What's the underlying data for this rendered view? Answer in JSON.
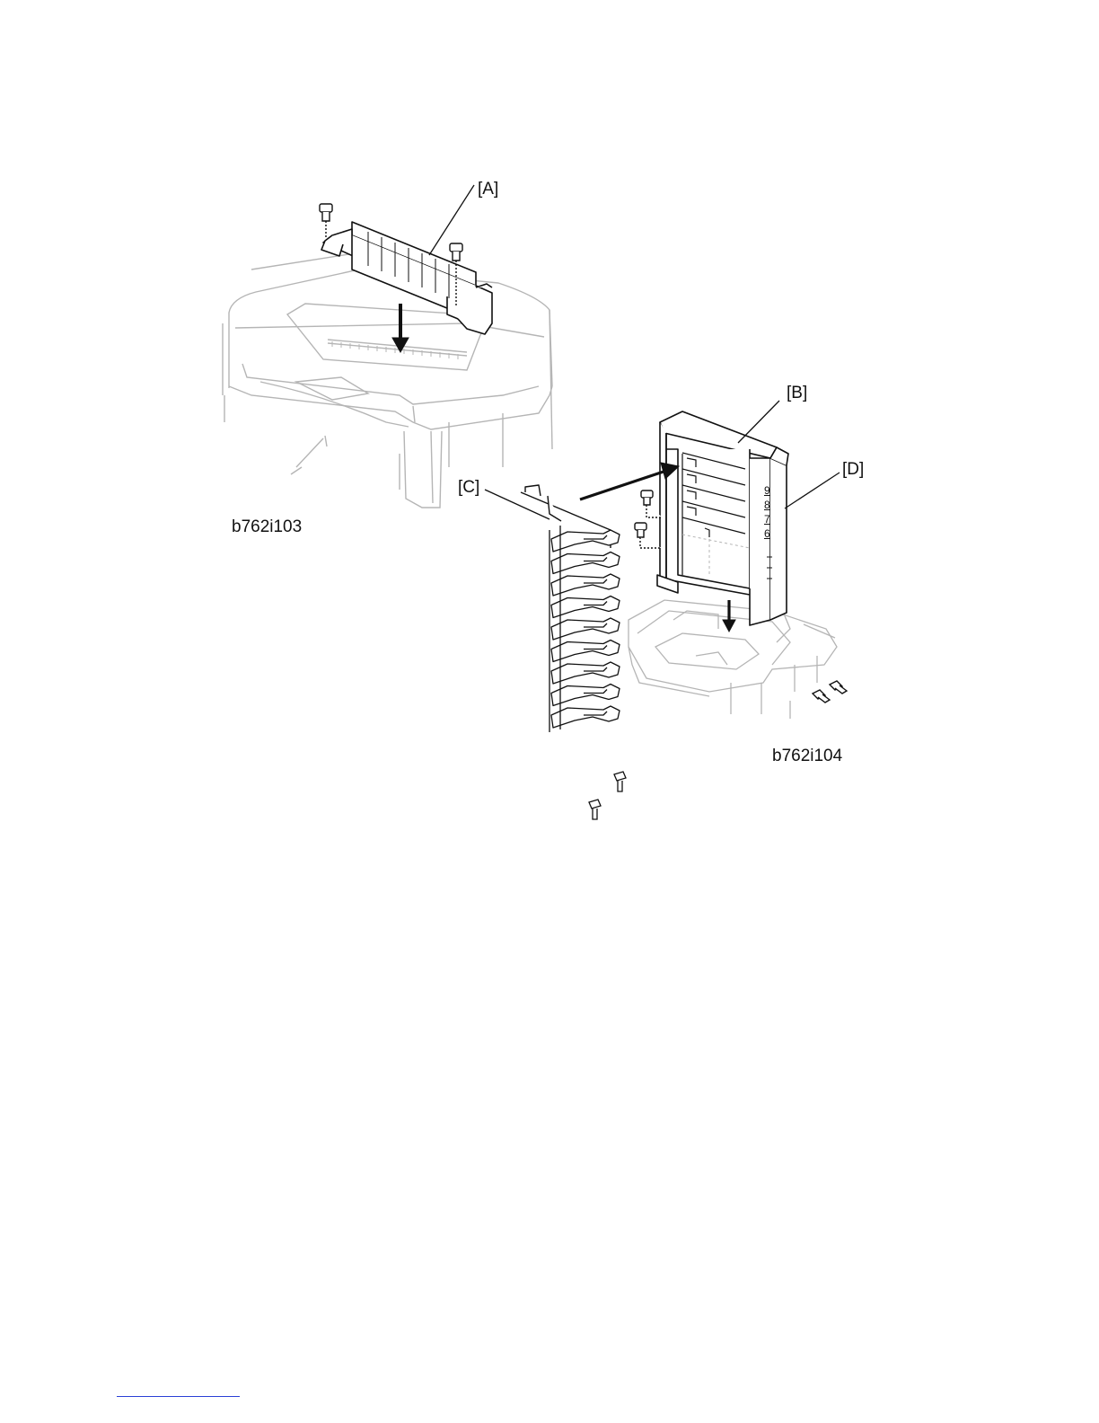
{
  "figure1": {
    "caption": "b762i103",
    "callouts": {
      "a": "[A]"
    }
  },
  "figure2": {
    "caption": "b762i104",
    "callouts": {
      "b": "[B]",
      "c": "[C]",
      "d": "[D]"
    },
    "bin_numbers": [
      "9",
      "8",
      "7",
      "6"
    ]
  },
  "icons": {
    "screw": "screw-icon"
  },
  "colors": {
    "line": "#111111",
    "faint": "#b5b5b5",
    "footer_rule": "#2a3fd6"
  }
}
